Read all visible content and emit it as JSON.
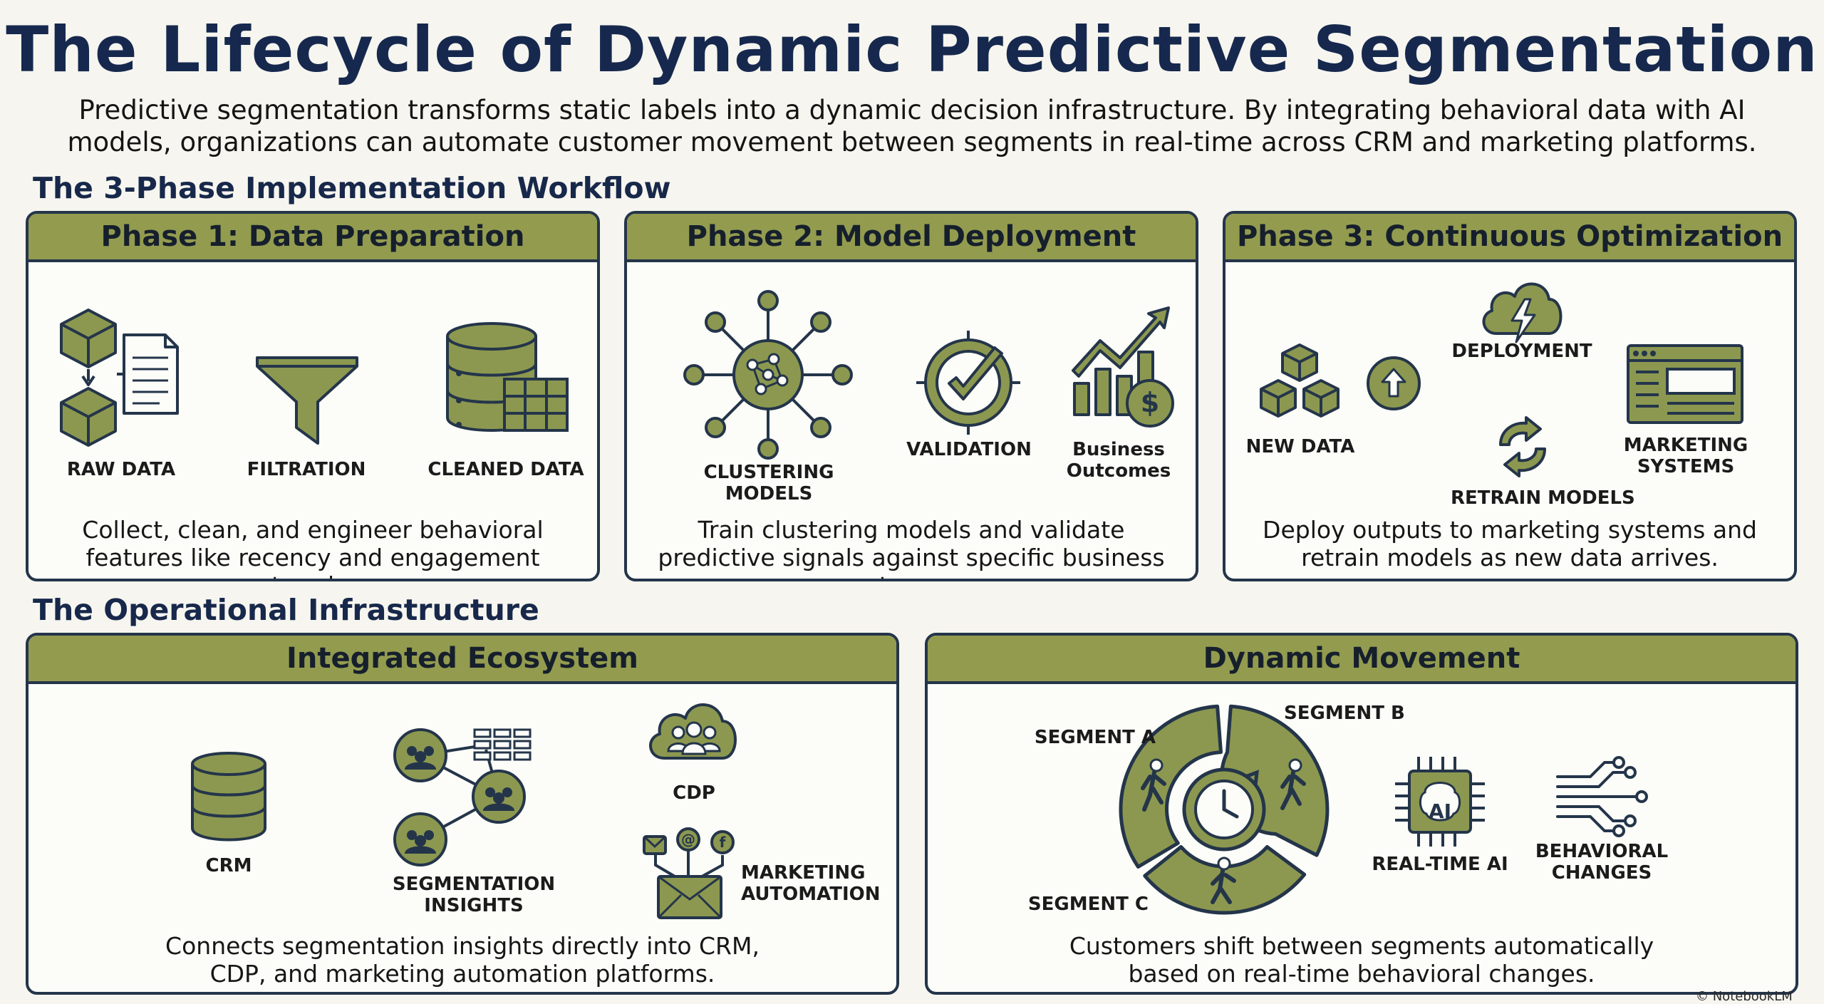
{
  "title": "The Lifecycle of Dynamic Predictive Segmentation",
  "intro": "Predictive segmentation transforms static labels into a dynamic decision infrastructure. By integrating behavioral data with AI models, organizations can automate customer movement between segments in real-time across CRM and marketing platforms.",
  "workflow": {
    "heading": "The 3-Phase Implementation Workflow",
    "phases": [
      {
        "title": "Phase 1: Data Preparation",
        "labels": [
          "RAW DATA",
          "FILTRATION",
          "CLEANED DATA"
        ],
        "description": "Collect, clean, and engineer behavioral features like recency and engagement trends."
      },
      {
        "title": "Phase 2: Model Deployment",
        "labels": [
          "CLUSTERING MODELS",
          "VALIDATION",
          "Business Outcomes"
        ],
        "description": "Train clustering models and validate predictive signals against specific business outcomes."
      },
      {
        "title": "Phase 3: Continuous Optimization",
        "labels": [
          "NEW DATA",
          "DEPLOYMENT",
          "RETRAIN MODELS",
          "MARKETING SYSTEMS"
        ],
        "description": "Deploy outputs to marketing systems and retrain models as new data arrives."
      }
    ]
  },
  "infrastructure": {
    "heading": "The Operational Infrastructure",
    "ecosystem": {
      "title": "Integrated Ecosystem",
      "labels": [
        "CRM",
        "SEGMENTATION INSIGHTS",
        "CDP",
        "MARKETING AUTOMATION"
      ],
      "description": "Connects segmentation insights directly into CRM, CDP, and marketing automation platforms."
    },
    "movement": {
      "title": "Dynamic Movement",
      "labels": [
        "SEGMENT A",
        "SEGMENT B",
        "SEGMENT C",
        "REAL-TIME AI",
        "BEHAVIORAL CHANGES"
      ],
      "ai_chip_text": "AI",
      "description": "Customers shift between segments automatically based on real-time behavioral changes."
    }
  },
  "watermark": "© NotebookLM",
  "colors": {
    "accent_olive": "#939b4f",
    "icon_fill": "#8c9850",
    "outline": "#24354a",
    "title_navy": "#16284d"
  }
}
